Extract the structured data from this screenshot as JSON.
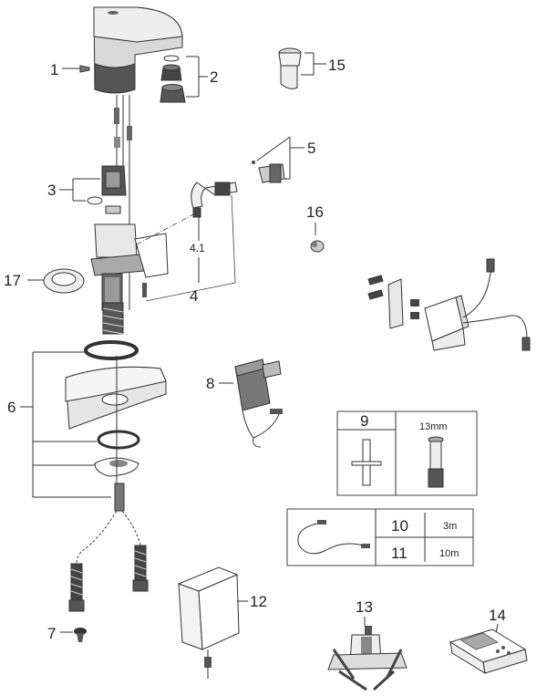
{
  "callouts": {
    "c1": "1",
    "c2": "2",
    "c3": "3",
    "c4": "4",
    "c4_1": "4.1",
    "c5": "5",
    "c6": "6",
    "c7": "7",
    "c8": "8",
    "c9": "9",
    "c10": "10",
    "c11": "11",
    "c12": "12",
    "c13": "13",
    "c14": "14",
    "c15": "15",
    "c16": "16",
    "c17": "17"
  },
  "table_9": {
    "size_label": "13mm"
  },
  "table_10_11": {
    "length_10": "3m",
    "length_11": "10m"
  },
  "colors": {
    "line": "#333333",
    "part_light": "#e6e6e6",
    "part_mid": "#bdbdbd",
    "part_dark": "#555555"
  }
}
